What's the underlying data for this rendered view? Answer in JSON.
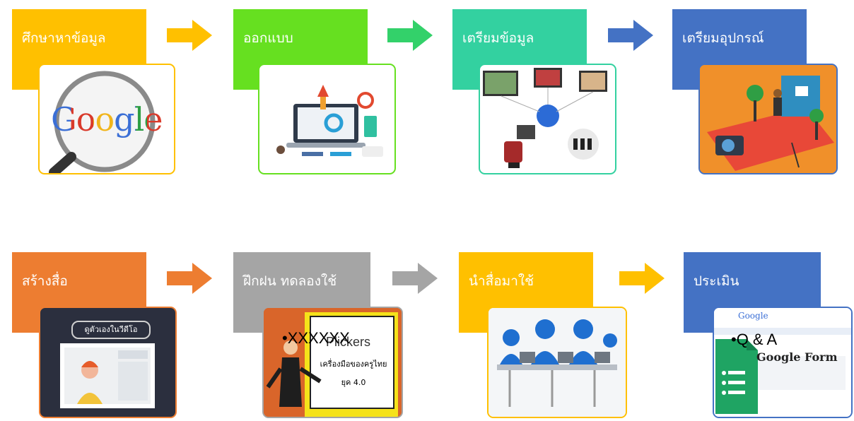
{
  "steps": [
    {
      "label": "ศึกษาหาข้อมูล",
      "color": "#FFC000",
      "illustration": "google-search"
    },
    {
      "label": "ออกแบบ",
      "color": "#66E020",
      "illustration": "design-laptop"
    },
    {
      "label": "เตรียมข้อมูล",
      "color": "#33D1A0",
      "illustration": "network-computers"
    },
    {
      "label": "เตรียมอุปกรณ์",
      "color": "#4472C4",
      "illustration": "video-studio"
    },
    {
      "label": "สร้างสื่อ",
      "color": "#ED7D31",
      "illustration": "video-self-view"
    },
    {
      "label": "ฝึกฝน ทดลองใช้",
      "color": "#A5A5A5",
      "illustration": "presentation-teacher"
    },
    {
      "label": "นำสื่อมาใช้",
      "color": "#FFC000",
      "illustration": "classroom-computers"
    },
    {
      "label": "ประเมิน",
      "color": "#4472C4",
      "illustration": "google-form"
    }
  ],
  "arrows": [
    {
      "color": "#FFC000"
    },
    {
      "color": "#33D16A"
    },
    {
      "color": "#4472C4"
    },
    {
      "color": "#ED7D31"
    },
    {
      "color": "#A5A5A5"
    },
    {
      "color": "#FFC000"
    }
  ],
  "images": {
    "google_text": "Google",
    "video_caption": "ดูตัวเองในวีดีโอ",
    "plickers_title": "Plickers",
    "plickers_line1": "เครื่องมือของครูไทย",
    "plickers_line2": "ยุค 4.0",
    "placeholder_bullet": "XXXXXX",
    "google_small": "Google",
    "google_form": "Google Form",
    "qa_bullet": "Q & A"
  }
}
